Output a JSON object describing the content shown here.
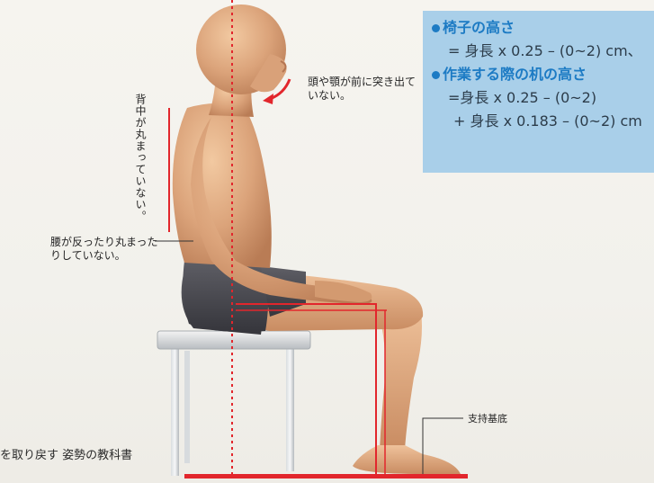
{
  "formula": {
    "chair_heading": "椅子の高さ",
    "chair_line": "= 身長 x 0.25 – (0~2) cm、",
    "desk_heading": "作業する際の机の高さ",
    "desk_line1": "=身長 x 0.25 – (0~2)",
    "desk_line2": "+ 身長 x 0.183 – (0~2) cm"
  },
  "annotations": {
    "neck": "頭や顎が前に突き出ていない。",
    "back": "背中が丸まっていない。",
    "waist": "腰が反ったり丸まったりしていない。",
    "base": "支持基底"
  },
  "footer": {
    "caption": "を取り戻す 姿勢の教科書"
  },
  "colors": {
    "accent_blue": "#1d7bc4",
    "box_blue": "#a9cfe9",
    "guide_red": "#e2262c"
  }
}
